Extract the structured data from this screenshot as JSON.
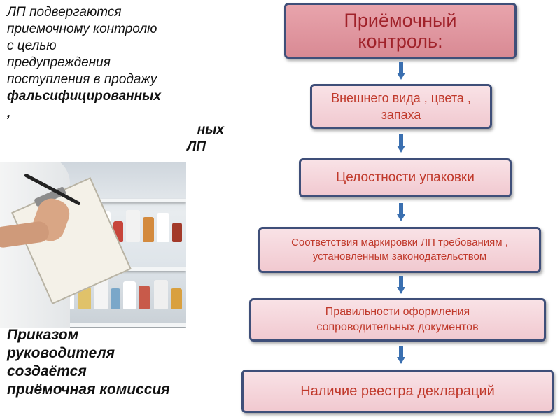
{
  "intro": {
    "line1": "ЛП подвергаются",
    "line2": "приемочному контролю",
    "line3": "с целью",
    "line4": "предупреждения",
    "line5": "поступления в продажу",
    "line6": "фальсифицированных",
    "line7": ",",
    "line8_fragment": "ных",
    "line9_fragment": "ЛП"
  },
  "order": {
    "line1": "Приказом",
    "line2": "руководителя",
    "line3": "создаётся",
    "line4": "приёмочная комиссия"
  },
  "flow": {
    "title": "Приёмочный контроль:",
    "step1": "Внешнего вида , цвета , запаха",
    "step2": "Целостности упаковки",
    "step3": "Соответствия маркировки ЛП требованиям , установленным законодательством",
    "step4": "Правильности оформления сопроводительных документов",
    "step5": "Наличие реестра деклараций"
  },
  "colors": {
    "box_border": "#3f4f79",
    "box_fill": "#f1c9d0",
    "title_fill": "#d98a94",
    "text_red": "#c0392b",
    "arrow_blue": "#3a6fb0"
  }
}
